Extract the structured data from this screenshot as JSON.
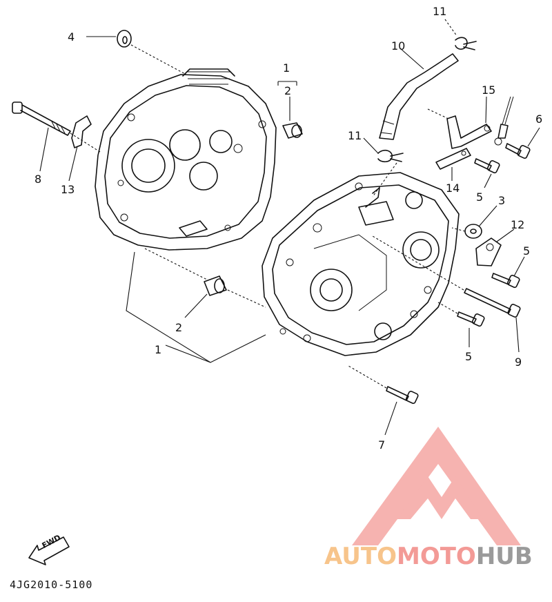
{
  "diagram": {
    "callouts": [
      {
        "id": "4",
        "label": "4"
      },
      {
        "id": "1",
        "label": "1"
      },
      {
        "id": "2",
        "label": "2"
      },
      {
        "id": "8",
        "label": "8"
      },
      {
        "id": "13",
        "label": "13"
      },
      {
        "id": "11",
        "label": "11"
      },
      {
        "id": "10",
        "label": "10"
      },
      {
        "id": "15",
        "label": "15"
      },
      {
        "id": "6",
        "label": "6"
      },
      {
        "id": "14",
        "label": "14"
      },
      {
        "id": "5",
        "label": "5"
      },
      {
        "id": "3",
        "label": "3"
      },
      {
        "id": "12",
        "label": "12"
      },
      {
        "id": "9",
        "label": "9"
      },
      {
        "id": "7",
        "label": "7"
      }
    ],
    "direction_label": "FWD",
    "diagram_code": "4JG2010-5100"
  },
  "watermark": {
    "text_part1": "AUTO",
    "text_part2": "MOTO",
    "text_part3": "HUB",
    "colors": {
      "auto": "#f7c48b",
      "moto": "#f39a96",
      "hub": "#9a9a9a",
      "logo": "#f39a96"
    }
  }
}
